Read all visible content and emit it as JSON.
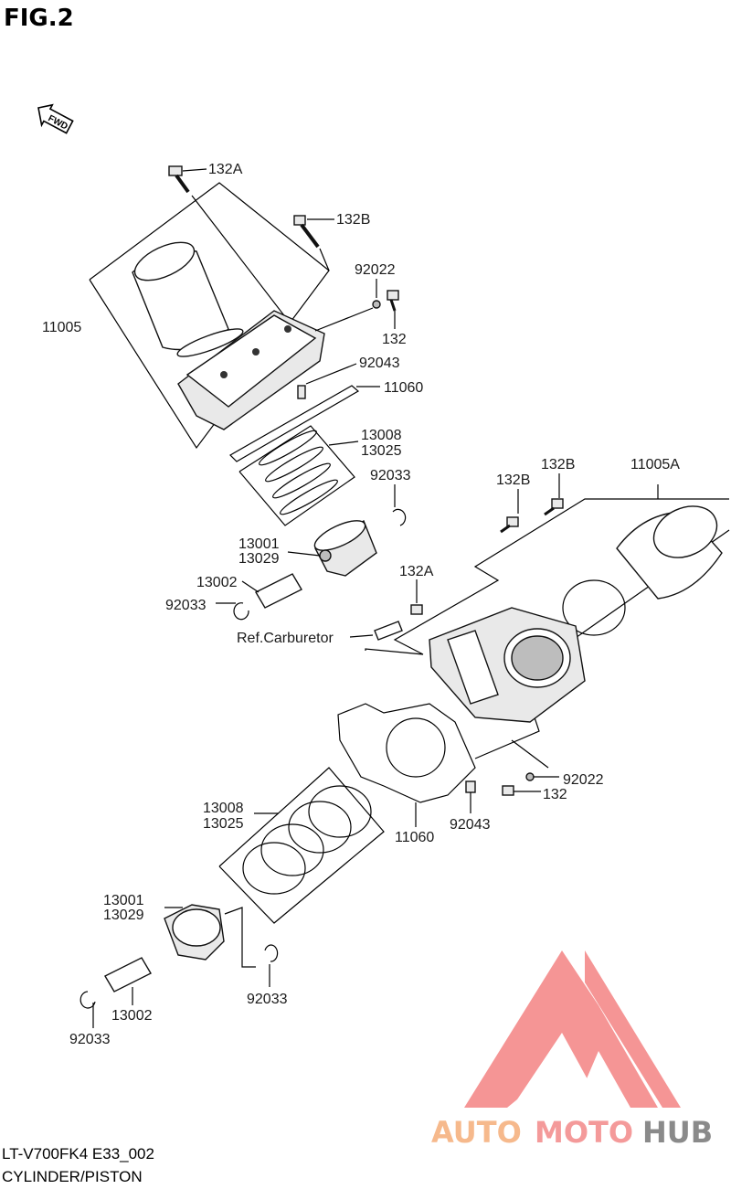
{
  "figure_label": "FIG.2",
  "fwd_label": "FWD",
  "footer": {
    "model_code": "LT-V700FK4 E33_002",
    "section_title": "CYLINDER/PISTON"
  },
  "watermark": {
    "part1": "AUTO",
    "part2": "MOTO",
    "part3": "HUB",
    "colors": {
      "auto": "#f6b98c",
      "moto": "#f49a9a",
      "hub": "#8a8a8a",
      "logo": "#f47f7f"
    }
  },
  "callouts": {
    "rear_bolt_a": "132A",
    "rear_bolt_b": "132B",
    "rear_cylinder": "11005",
    "rear_washer": "92022",
    "rear_bolt": "132",
    "rear_dowel": "92043",
    "rear_gasket": "11060",
    "rear_rings_1": "13008",
    "rear_rings_2": "13025",
    "rear_circlip_upper": "92033",
    "rear_piston_1": "13001",
    "rear_piston_2": "13029",
    "rear_pin": "13002",
    "rear_circlip_lower": "92033",
    "ref_carburetor": "Ref.Carburetor",
    "front_bolt_b1": "132B",
    "front_bolt_b2": "132B",
    "front_cylinder": "11005A",
    "front_bolt_a": "132A",
    "front_washer": "92022",
    "front_bolt": "132",
    "front_gasket": "11060",
    "front_dowel": "92043",
    "front_rings_1": "13008",
    "front_rings_2": "13025",
    "front_piston_1": "13001",
    "front_piston_2": "13029",
    "front_circlip_right": "92033",
    "front_pin": "13002",
    "front_circlip_left": "92033"
  }
}
